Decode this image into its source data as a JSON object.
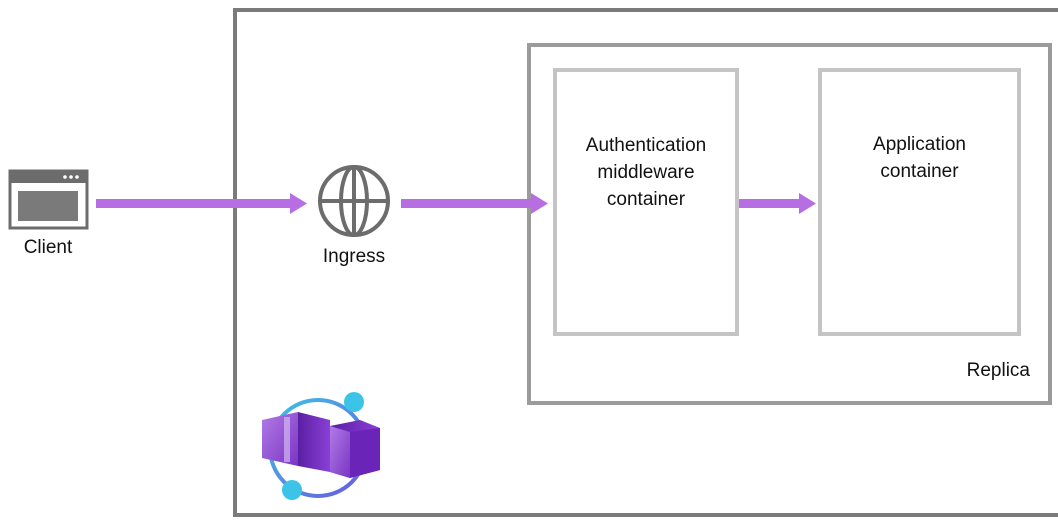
{
  "diagram": {
    "client_label": "Client",
    "ingress_label": "Ingress",
    "auth_container_label": "Authentication\nmiddleware\ncontainer",
    "app_container_label": "Application\ncontainer",
    "replica_label": "Replica"
  },
  "icons": {
    "client": "browser-window-icon",
    "ingress": "globe-icon",
    "environment": "container-apps-icon"
  },
  "colors": {
    "arrow": "#b86ee3",
    "env_border": "#7a7a7a",
    "replica_border": "#9b9b9b",
    "container_border": "#c4c4c4",
    "logo_purple": "#7a2fc0",
    "logo_cyan": "#3cc3e8"
  }
}
